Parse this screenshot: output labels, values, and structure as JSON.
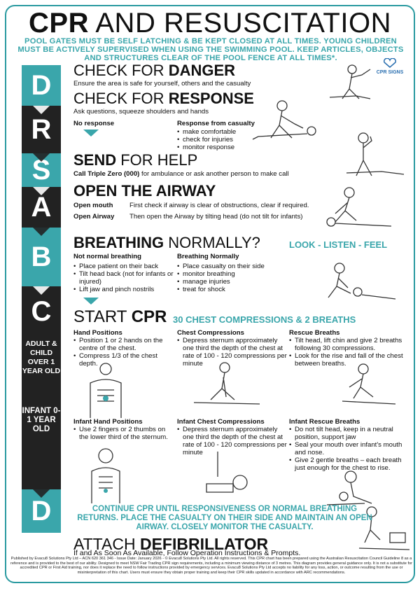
{
  "title": {
    "prefix": "CPR",
    "rest": " AND RESUSCITATION"
  },
  "warning": "POOL GATES MUST BE SELF LATCHING & BE KEPT CLOSED AT ALL TIMES. YOUNG CHILDREN MUST BE ACTIVELY SUPERVISED WHEN USING THE SWIMMING POOL. KEEP ARTICLES, OBJECTS AND STRUCTURES CLEAR OF THE POOL FENCE AT ALL TIMES*.",
  "logo": "CPR SIGNS",
  "letters": {
    "d1": "D",
    "r": "R",
    "s": "S",
    "a": "A",
    "b": "B",
    "c": "C",
    "d2": "D"
  },
  "side_labels": {
    "adult": "ADULT & CHILD OVER 1 YEAR OLD",
    "infant": "INFANT 0- 1 YEAR OLD"
  },
  "danger": {
    "light": "CHECK FOR ",
    "bold": "DANGER",
    "text": "Ensure the area is safe for yourself, others and the casualty"
  },
  "response": {
    "light": "CHECK FOR ",
    "bold": "RESPONSE",
    "text": "Ask questions, squeeze shoulders and hands",
    "no_response": "No response",
    "response_from": "Response from casualty",
    "items": [
      "make comfortable",
      "check for injuries",
      "monitor response"
    ]
  },
  "send": {
    "bold": "SEND",
    "light": " FOR HELP",
    "text_bold": "Call Triple Zero (000)",
    "text": " for ambulance or ask another person to make call"
  },
  "airway": {
    "title": "OPEN THE AIRWAY",
    "rows": [
      {
        "label": "Open mouth",
        "text": "First check if airway is clear of obstructions, clear if required."
      },
      {
        "label": "Open Airway",
        "text": "Then open the Airway by tilting head (do not tilt for infants)"
      }
    ]
  },
  "breathing": {
    "bold": "BREATHING",
    "light": " NORMALLY?",
    "tag": "LOOK - LISTEN - FEEL",
    "not_normal": "Not normal breathing",
    "not_items": [
      "Place patient on their back",
      "Tilt head back (not for infants or injured)",
      "Lift jaw and pinch nostrils"
    ],
    "normal": "Breathing Normally",
    "normal_items": [
      "Place casualty on their side",
      "monitor breathing",
      "manage injuries",
      "treat for shock"
    ]
  },
  "cpr": {
    "light": "START ",
    "bold": "CPR",
    "tag": "30 CHEST COMPRESSIONS & 2 BREATHS",
    "adult": [
      {
        "title": "Hand Positions",
        "items": [
          "Position 1 or 2 hands on the centre of the chest.",
          "Compress 1/3 of the chest depth."
        ]
      },
      {
        "title": "Chest Compressions",
        "items": [
          "Depress sternum approximately one third the depth of the chest at rate of 100 - 120 compressions per minute"
        ]
      },
      {
        "title": "Rescue Breaths",
        "items": [
          "Tilt head, lift chin and give 2 breaths following 30 compressions.",
          "Look for the rise and fall of the chest between breaths."
        ]
      }
    ],
    "infant": [
      {
        "title": "Infant Hand Positions",
        "items": [
          "Use 2 fingers or 2 thumbs on the lower third of the sternum."
        ]
      },
      {
        "title": "Infant Chest Compressions",
        "items": [
          "Depress sternum approximately one third the depth of the chest at rate of 100 - 120 compressions per minute"
        ]
      },
      {
        "title": "Infant Rescue Breaths",
        "items": [
          "Do not tilt head, keep in a neutral position, support jaw",
          "Seal your mouth over infant's mouth and nose.",
          "Give 2 gentle breaths – each breath just enough for the chest to rise."
        ]
      }
    ]
  },
  "closing": "CONTINUE CPR UNTIL RESPONSIVENESS OR NORMAL BREATHING RETURNS. PLACE THE CASUALTY ON THEIR SIDE AND MAINTAIN AN OPEN AIRWAY. CLOSELY MONITOR THE CASUALTY.",
  "defib": {
    "light": "ATTACH ",
    "bold": "DEFIBRILLATOR",
    "text": "If and As Soon As Available, Follow Operation Instructions & Prompts."
  },
  "footer": "Published by Evacu8 Solutions Pty Ltd – ACN 620 361 346 - Issue Date: January 2026 - © Evacu8 Solutions Pty Ltd. All rights reserved. This CPR chart has been prepared using the Australian Resuscitation Council Guideline 8 as a reference and is provided to the best of our ability. Designed to meet NSW Fair Trading CPR sign requirements, including a minimum viewing distance of 3 metres. This diagram provides general guidance only. It is not a substitute for accredited CPR or First Aid training, nor does it replace the need to follow instructions provided by emergency services. Evacu8 Solutions Pty Ltd accepts no liability for any loss, action, or outcome resulting from the use or misinterpretation of this chart. Users must ensure they obtain proper training and keep their CPR skills updated in accordance with ARC recommendations.",
  "colors": {
    "teal": "#3aa6ab",
    "dark": "#222222"
  }
}
